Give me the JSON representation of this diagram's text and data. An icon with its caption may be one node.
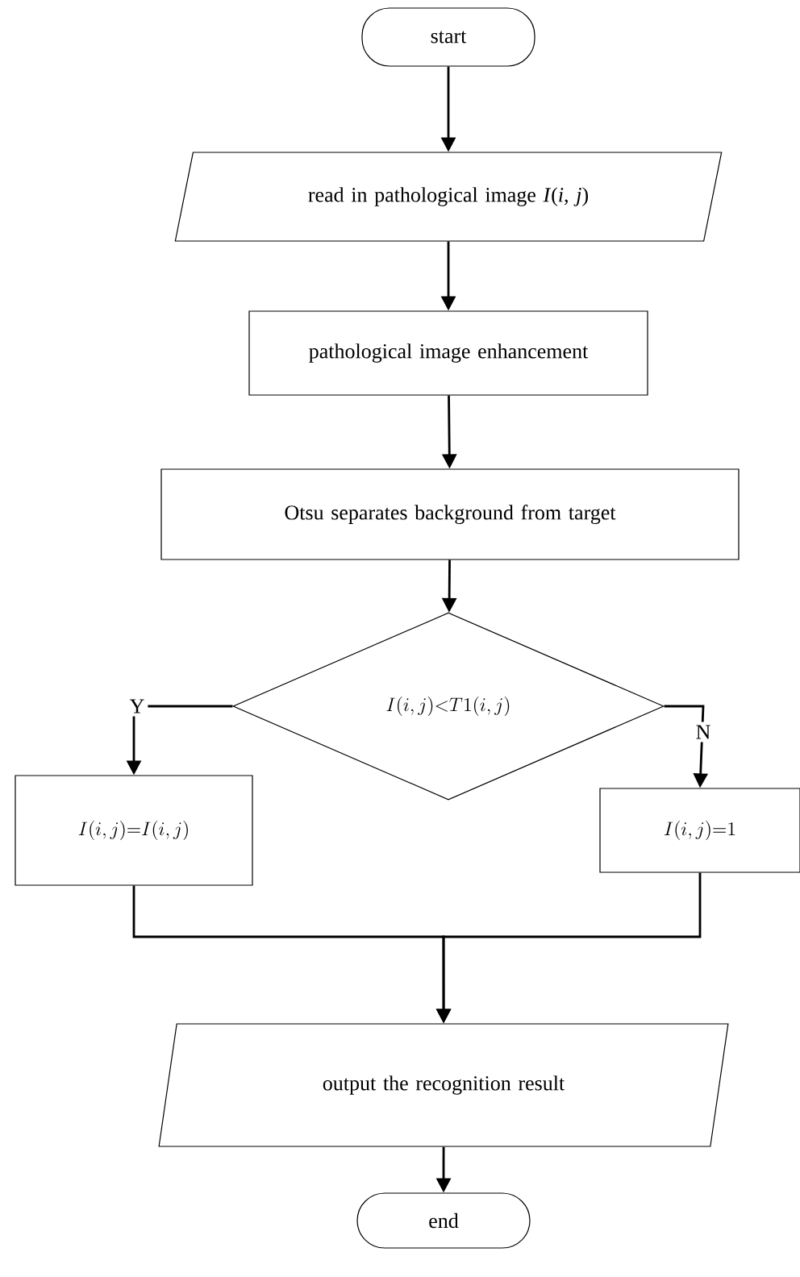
{
  "diagram": {
    "nodes": [
      {
        "text": [
          "start"
        ]
      },
      {
        "text": [
          "read in pathological image *I*(*i*, *j*)"
        ]
      },
      {
        "text": [
          "pathological image enhancement"
        ]
      },
      {
        "text": [
          "Otsu separates background from target"
        ]
      },
      {
        "text": [
          "I(i,j){<}T1(i,j)"
        ]
      },
      {
        "text": [
          "I(i,j){=}I(i,j)"
        ]
      },
      {
        "text": [
          "I(i,j){=}1"
        ]
      },
      {
        "text": [
          "output the recognition result"
        ]
      },
      {
        "text": [
          "end"
        ]
      }
    ],
    "edges": [
      {
        "from": 0,
        "to": 1,
        "arrow": "to"
      },
      {
        "from": 1,
        "to": 2,
        "arrow": "to"
      },
      {
        "from": 2,
        "to": 3,
        "arrow": "to"
      },
      {
        "from": 3,
        "to": 4,
        "arrow": "to"
      },
      {
        "from": 4,
        "to": 5,
        "arrow": "to",
        "label": "Y"
      },
      {
        "from": 4,
        "to": 6,
        "arrow": "to",
        "label": "N"
      },
      {
        "from": 5,
        "to": 7,
        "arrow": "to"
      },
      {
        "from": 6,
        "to": 7,
        "arrow": "to"
      },
      {
        "from": 7,
        "to": 8,
        "arrow": "to"
      }
    ]
  }
}
